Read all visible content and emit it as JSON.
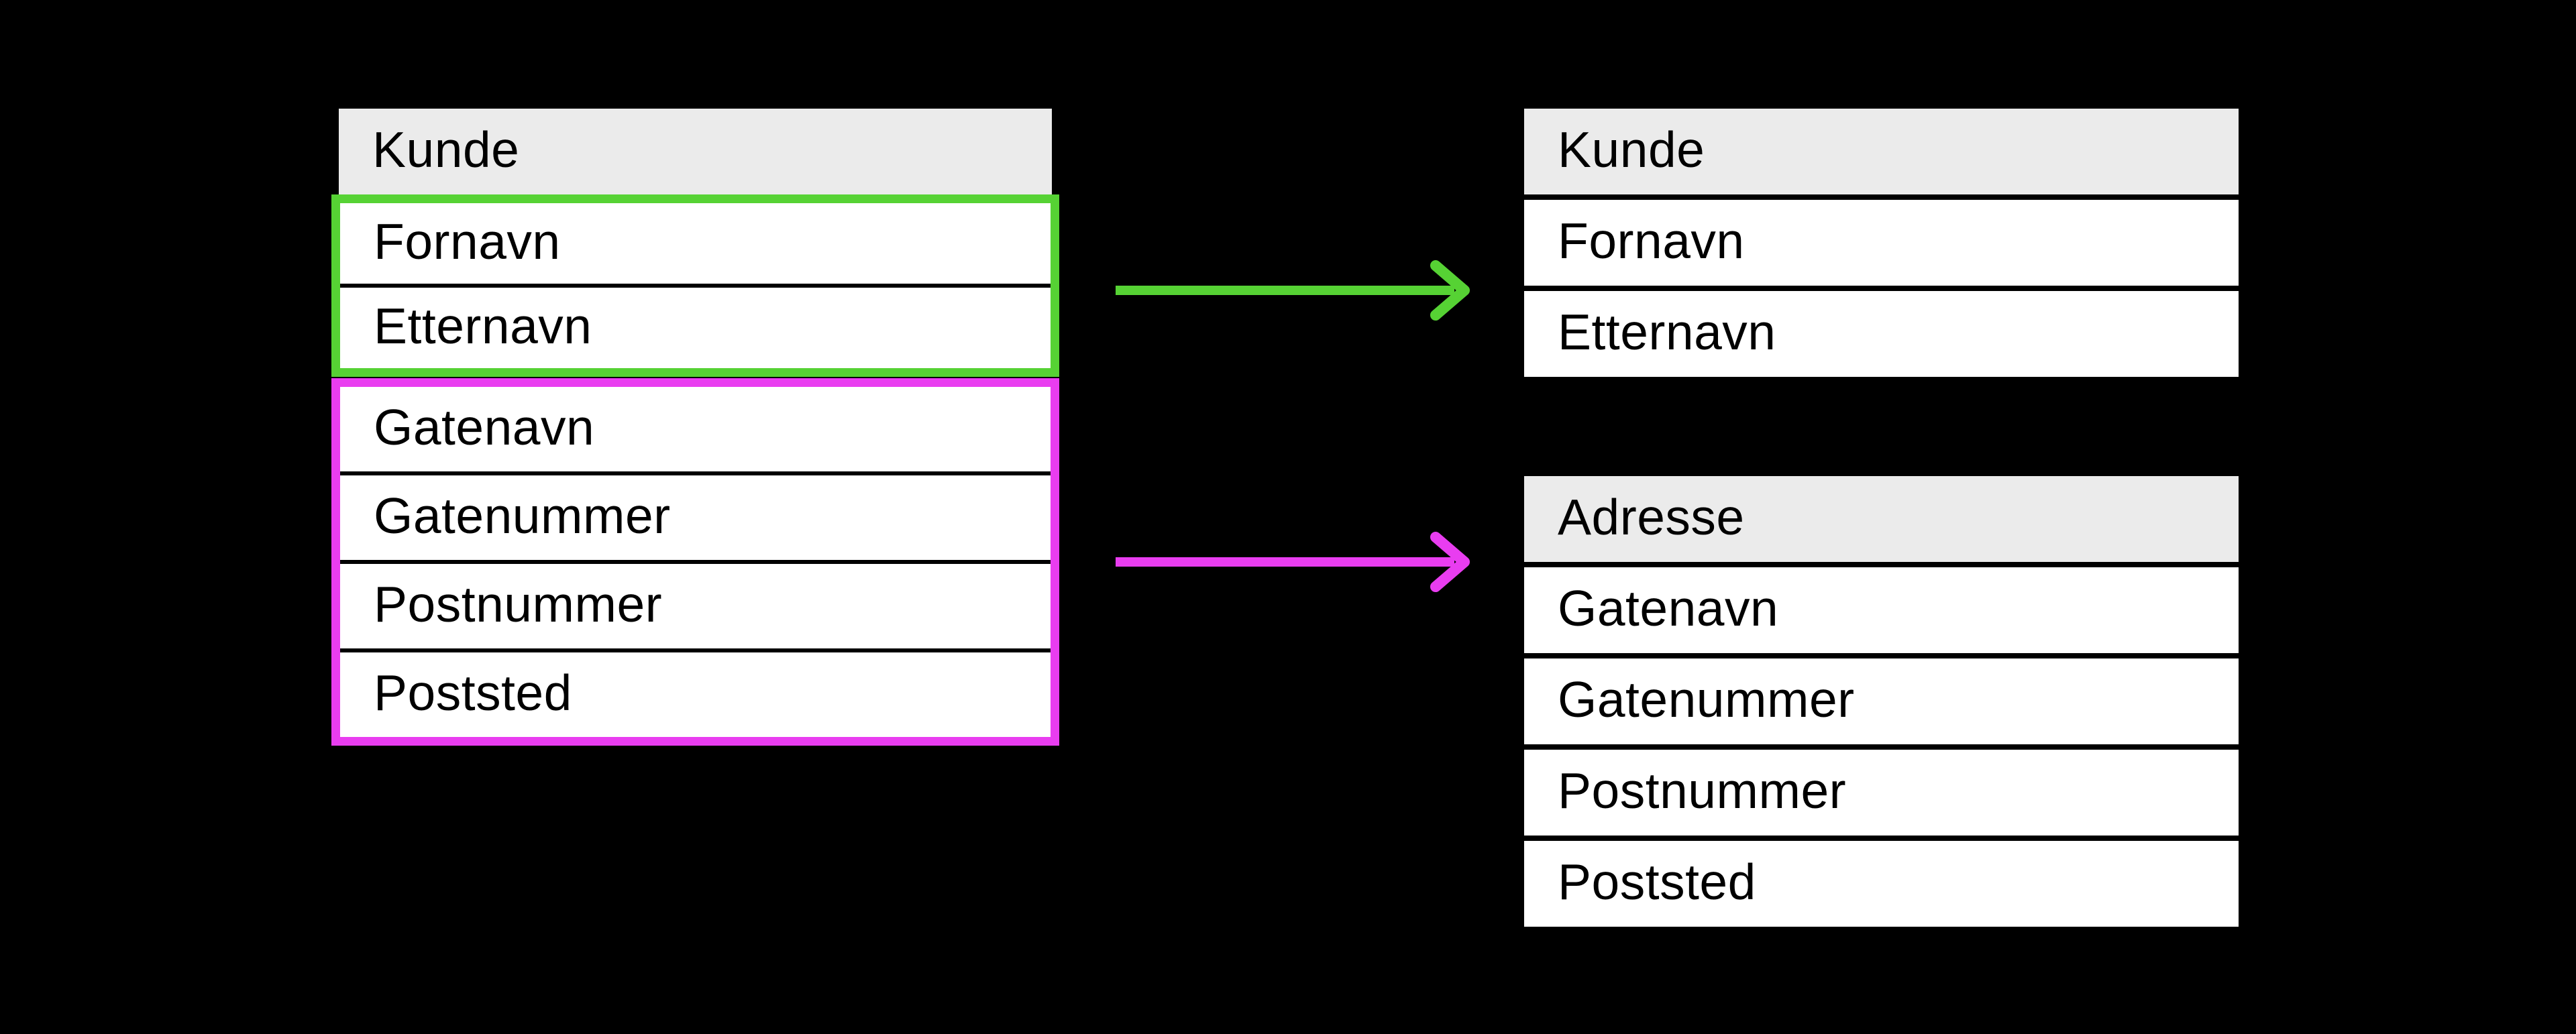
{
  "colors": {
    "background": "#000000",
    "green": "#56d234",
    "magenta": "#e93df0",
    "header_bg": "#ebebeb",
    "row_bg": "#ffffff",
    "text": "#000000"
  },
  "source_table": {
    "title": "Kunde",
    "groups": [
      {
        "name": "person-fields",
        "color_key": "green",
        "fields": [
          "Fornavn",
          "Etternavn"
        ]
      },
      {
        "name": "address-fields",
        "color_key": "magenta",
        "fields": [
          "Gatenavn",
          "Gatenummer",
          "Postnummer",
          "Poststed"
        ]
      }
    ]
  },
  "result_tables": [
    {
      "title": "Kunde",
      "fields": [
        "Fornavn",
        "Etternavn"
      ]
    },
    {
      "title": "Adresse",
      "fields": [
        "Gatenavn",
        "Gatenummer",
        "Postnummer",
        "Poststed"
      ]
    }
  ],
  "arrows": [
    {
      "name": "kunde-mapping-arrow",
      "color_key": "green"
    },
    {
      "name": "adresse-mapping-arrow",
      "color_key": "magenta"
    }
  ]
}
